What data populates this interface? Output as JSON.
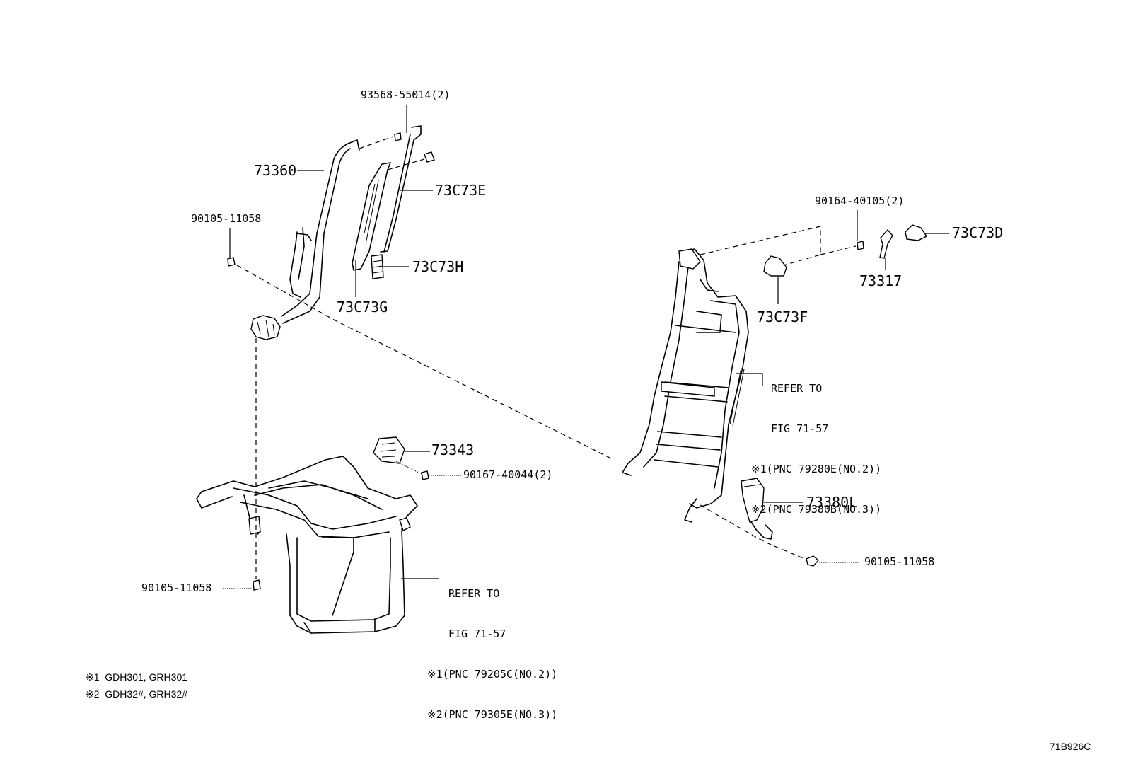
{
  "labels": {
    "p93568": "93568-55014(2)",
    "p73360": "73360",
    "p73c73e": "73C73E",
    "p90105_top": "90105-11058",
    "p73c73h": "73C73H",
    "p73c73g": "73C73G",
    "p90164": "90164-40105(2)",
    "p73c73d": "73C73D",
    "p73317": "73317",
    "p73c73f": "73C73F",
    "p73343": "73343",
    "p90167": "90167-40044(2)",
    "p73380l": "73380L",
    "p90105_right": "90105-11058",
    "p90105_bottom": "90105-11058"
  },
  "refer_back": {
    "line1": "REFER TO",
    "line2": "FIG 71-57",
    "line3": "※1(PNC 79280E(NO.2))",
    "line4": "※2(PNC 79380B(NO.3))"
  },
  "refer_cushion": {
    "line1": "REFER TO",
    "line2": "FIG 71-57",
    "line3": "※1(PNC 79205C(NO.2))",
    "line4": "※2(PNC 79305E(NO.3))"
  },
  "footnotes": {
    "note1": "※1  GDH301, GRH301",
    "note2": "※2  GDH32#, GRH32#"
  },
  "figure_code": "71B926C"
}
